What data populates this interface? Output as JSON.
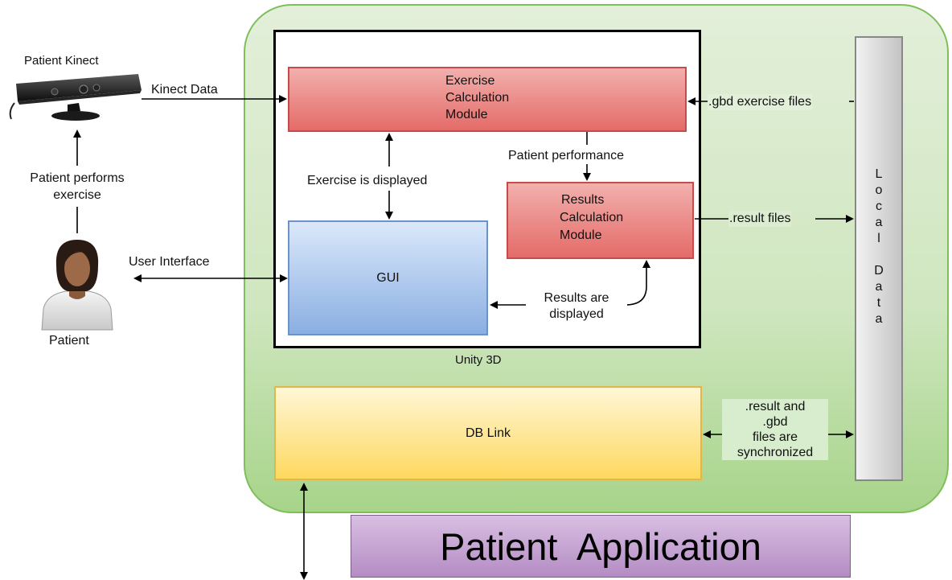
{
  "colors": {
    "green_container": "#d9ebcf",
    "red_module": "#ea7f7f",
    "blue_gui": "#a9c5ec",
    "yellow_db": "#fde9a3",
    "grey_local": "#d4d4d4",
    "purple_banner": "#c8a6d4"
  },
  "icons": {
    "kinect": "kinect-sensor-icon",
    "patient": "patient-avatar-icon"
  },
  "labels": {
    "patient_kinect": "Patient Kinect",
    "kinect_data": "Kinect Data",
    "patient_performs_1": "Patient performs",
    "patient_performs_2": "exercise",
    "user_interface": "User Interface",
    "patient": "Patient",
    "exercise_is_displayed": "Exercise is displayed",
    "patient_performance": "Patient performance",
    "results_are_1": "Results are",
    "results_are_2": "displayed",
    "gbd_files": ".gbd exercise files",
    "result_files": ".result files",
    "sync_1": ".result and",
    "sync_2": ".gbd",
    "sync_3": "files are",
    "sync_4": "synchronized",
    "unity": "Unity 3D"
  },
  "modules": {
    "exercise_1": "Exercise",
    "exercise_2": "Calculation",
    "exercise_3": "Module",
    "results_1": "Results",
    "results_2": "Calculation",
    "results_3": "Module",
    "gui": "GUI",
    "db_link": "DB Link"
  },
  "local_data": {
    "letters": [
      "L",
      "o",
      "c",
      "a",
      "l",
      "",
      "D",
      "a",
      "t",
      "a"
    ]
  },
  "banner": {
    "title": "Patient  Application"
  }
}
